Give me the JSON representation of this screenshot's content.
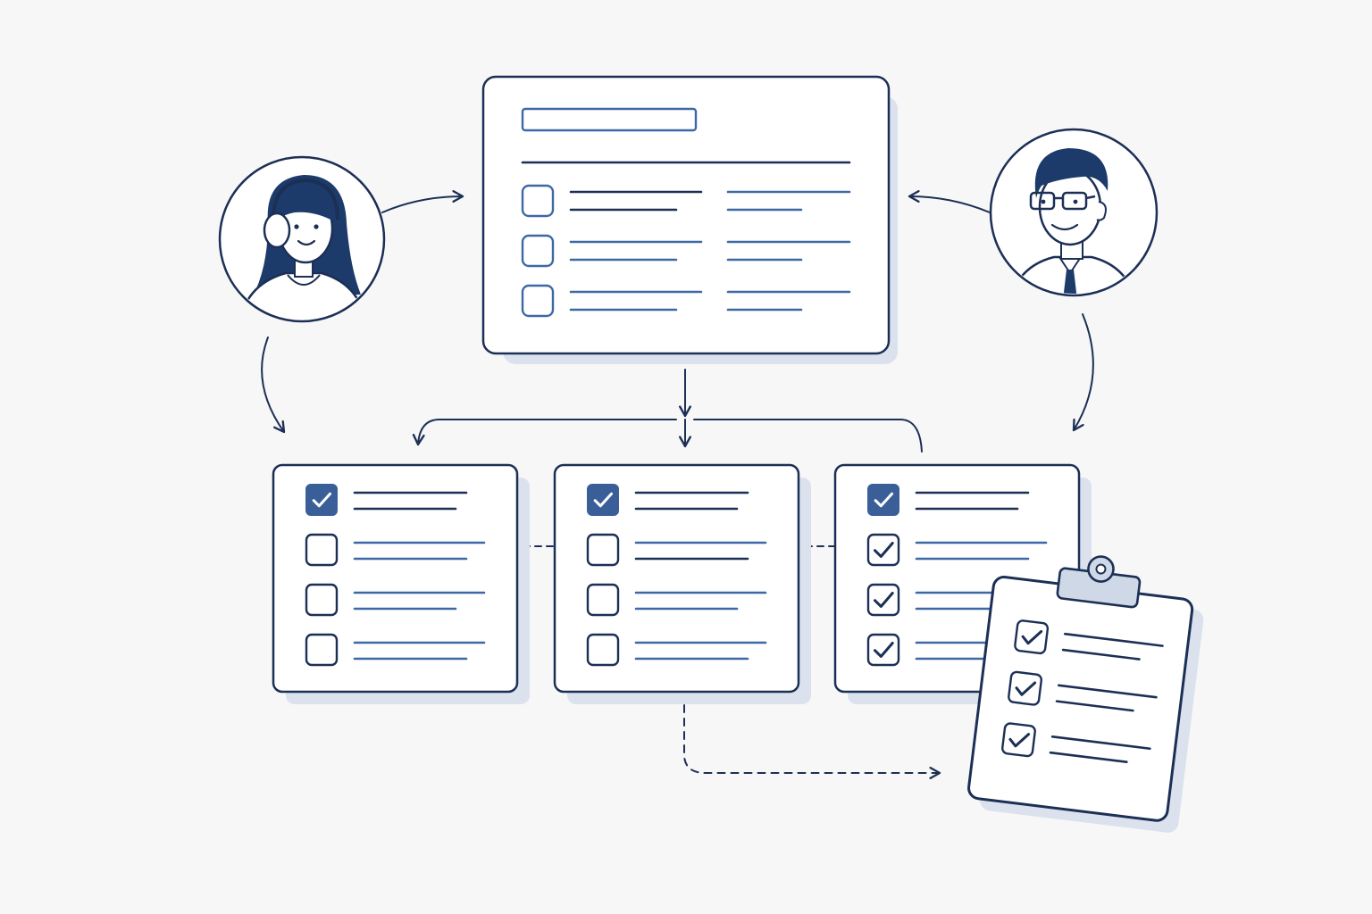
{
  "colors": {
    "background": "#f7f7f8",
    "ink": "#1c2f55",
    "accent": "#3d68a6",
    "shadow": "#dbe2ee",
    "card_fill": "#ffffff",
    "check_fill": "#3a5f98",
    "clip_fill": "#cfd8e6"
  },
  "actors": [
    {
      "name": "support-agent",
      "icon": "headset-woman-avatar-icon"
    },
    {
      "name": "reviewer",
      "icon": "glasses-man-avatar-icon"
    }
  ],
  "master_form": {
    "icon": "form-document-icon",
    "rows": 3
  },
  "checklists": [
    {
      "name": "checklist-1",
      "items": [
        true,
        false,
        false,
        false
      ]
    },
    {
      "name": "checklist-2",
      "items": [
        true,
        false,
        false,
        false
      ]
    },
    {
      "name": "checklist-3",
      "items": [
        true,
        true,
        true,
        true
      ]
    }
  ],
  "clipboard": {
    "icon": "clipboard-check-icon",
    "items": [
      true,
      true,
      true
    ]
  }
}
